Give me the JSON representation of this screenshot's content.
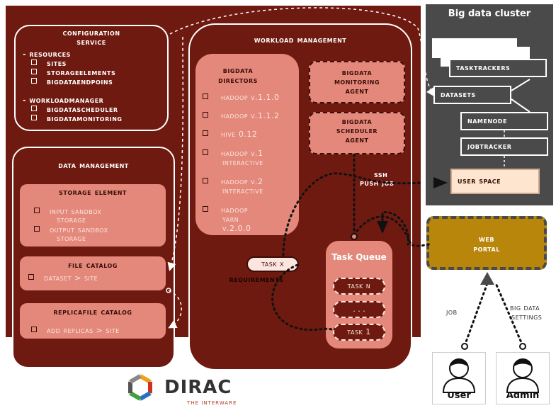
{
  "cluster": {
    "title": "Big data cluster",
    "tasktrackers": "Tasktrackers",
    "datasets": "Datasets",
    "namenode": "Namenode",
    "jobtracker": "Jobtracker",
    "user_space": "User space"
  },
  "config": {
    "title1": "Configuration",
    "title2": "Service",
    "resources": "- Resources",
    "sites": "Sites",
    "storage_elements": "StorageElements",
    "bigdata_endpoins": "BigDataEndPoins",
    "workload_manager": "- WorkloadManager",
    "bigdata_scheduler": "BigDataScheduler",
    "bigdata_monitoring": "BigDataMonitoring"
  },
  "data_mgmt": {
    "title": "Data Management",
    "storage_element": "Storage Element",
    "input1": "Input Sandbox",
    "input2": "Storage",
    "output1": "Output Sandbox",
    "output2": "Storage",
    "file_catalog": "File Catalog",
    "dataset_site": "Dataset > Site",
    "replica_catalog": "ReplicaFile Catalog",
    "add_replicas": "Add Replicas > Site"
  },
  "workload": {
    "title": "Workload Management",
    "directors1": "BigData",
    "directors2": "Directors",
    "hadoop_110": "Hadoop v.1.1.0",
    "hadoop_112": "Hadoop v.1.1.2",
    "hive": "Hive 0.12",
    "hadoop_v1_a": "Hadoop v.1",
    "hadoop_v1_b": "Interactive",
    "hadoop_v2_a": "Hadoop v.2",
    "hadoop_v2_b": "Interactive",
    "yarn_a": "Hadoop",
    "yarn_b": "Yarn",
    "yarn_c": "v.2.0.0",
    "monitoring1": "BigData",
    "monitoring2": "Monitoring",
    "monitoring3": "Agent",
    "scheduler1": "BigData",
    "scheduler2": "Scheduler",
    "scheduler3": "Agent",
    "task_x": "Task X",
    "requirements": "Requirements",
    "task_queue": "Task Queue",
    "task_n": "Task N",
    "dots": ". . .",
    "task_1": "Task 1"
  },
  "links": {
    "ssh": "SSH",
    "push_job": "Push Job",
    "job": "Job",
    "big_data": "Big Data",
    "settings": "Settings"
  },
  "web_portal": {
    "line1": "Web",
    "line2": "Portal"
  },
  "actors": {
    "user": "User",
    "admin": "Admin"
  },
  "logo": {
    "name": "DIRAC",
    "tagline": "THE INTERWARE"
  }
}
